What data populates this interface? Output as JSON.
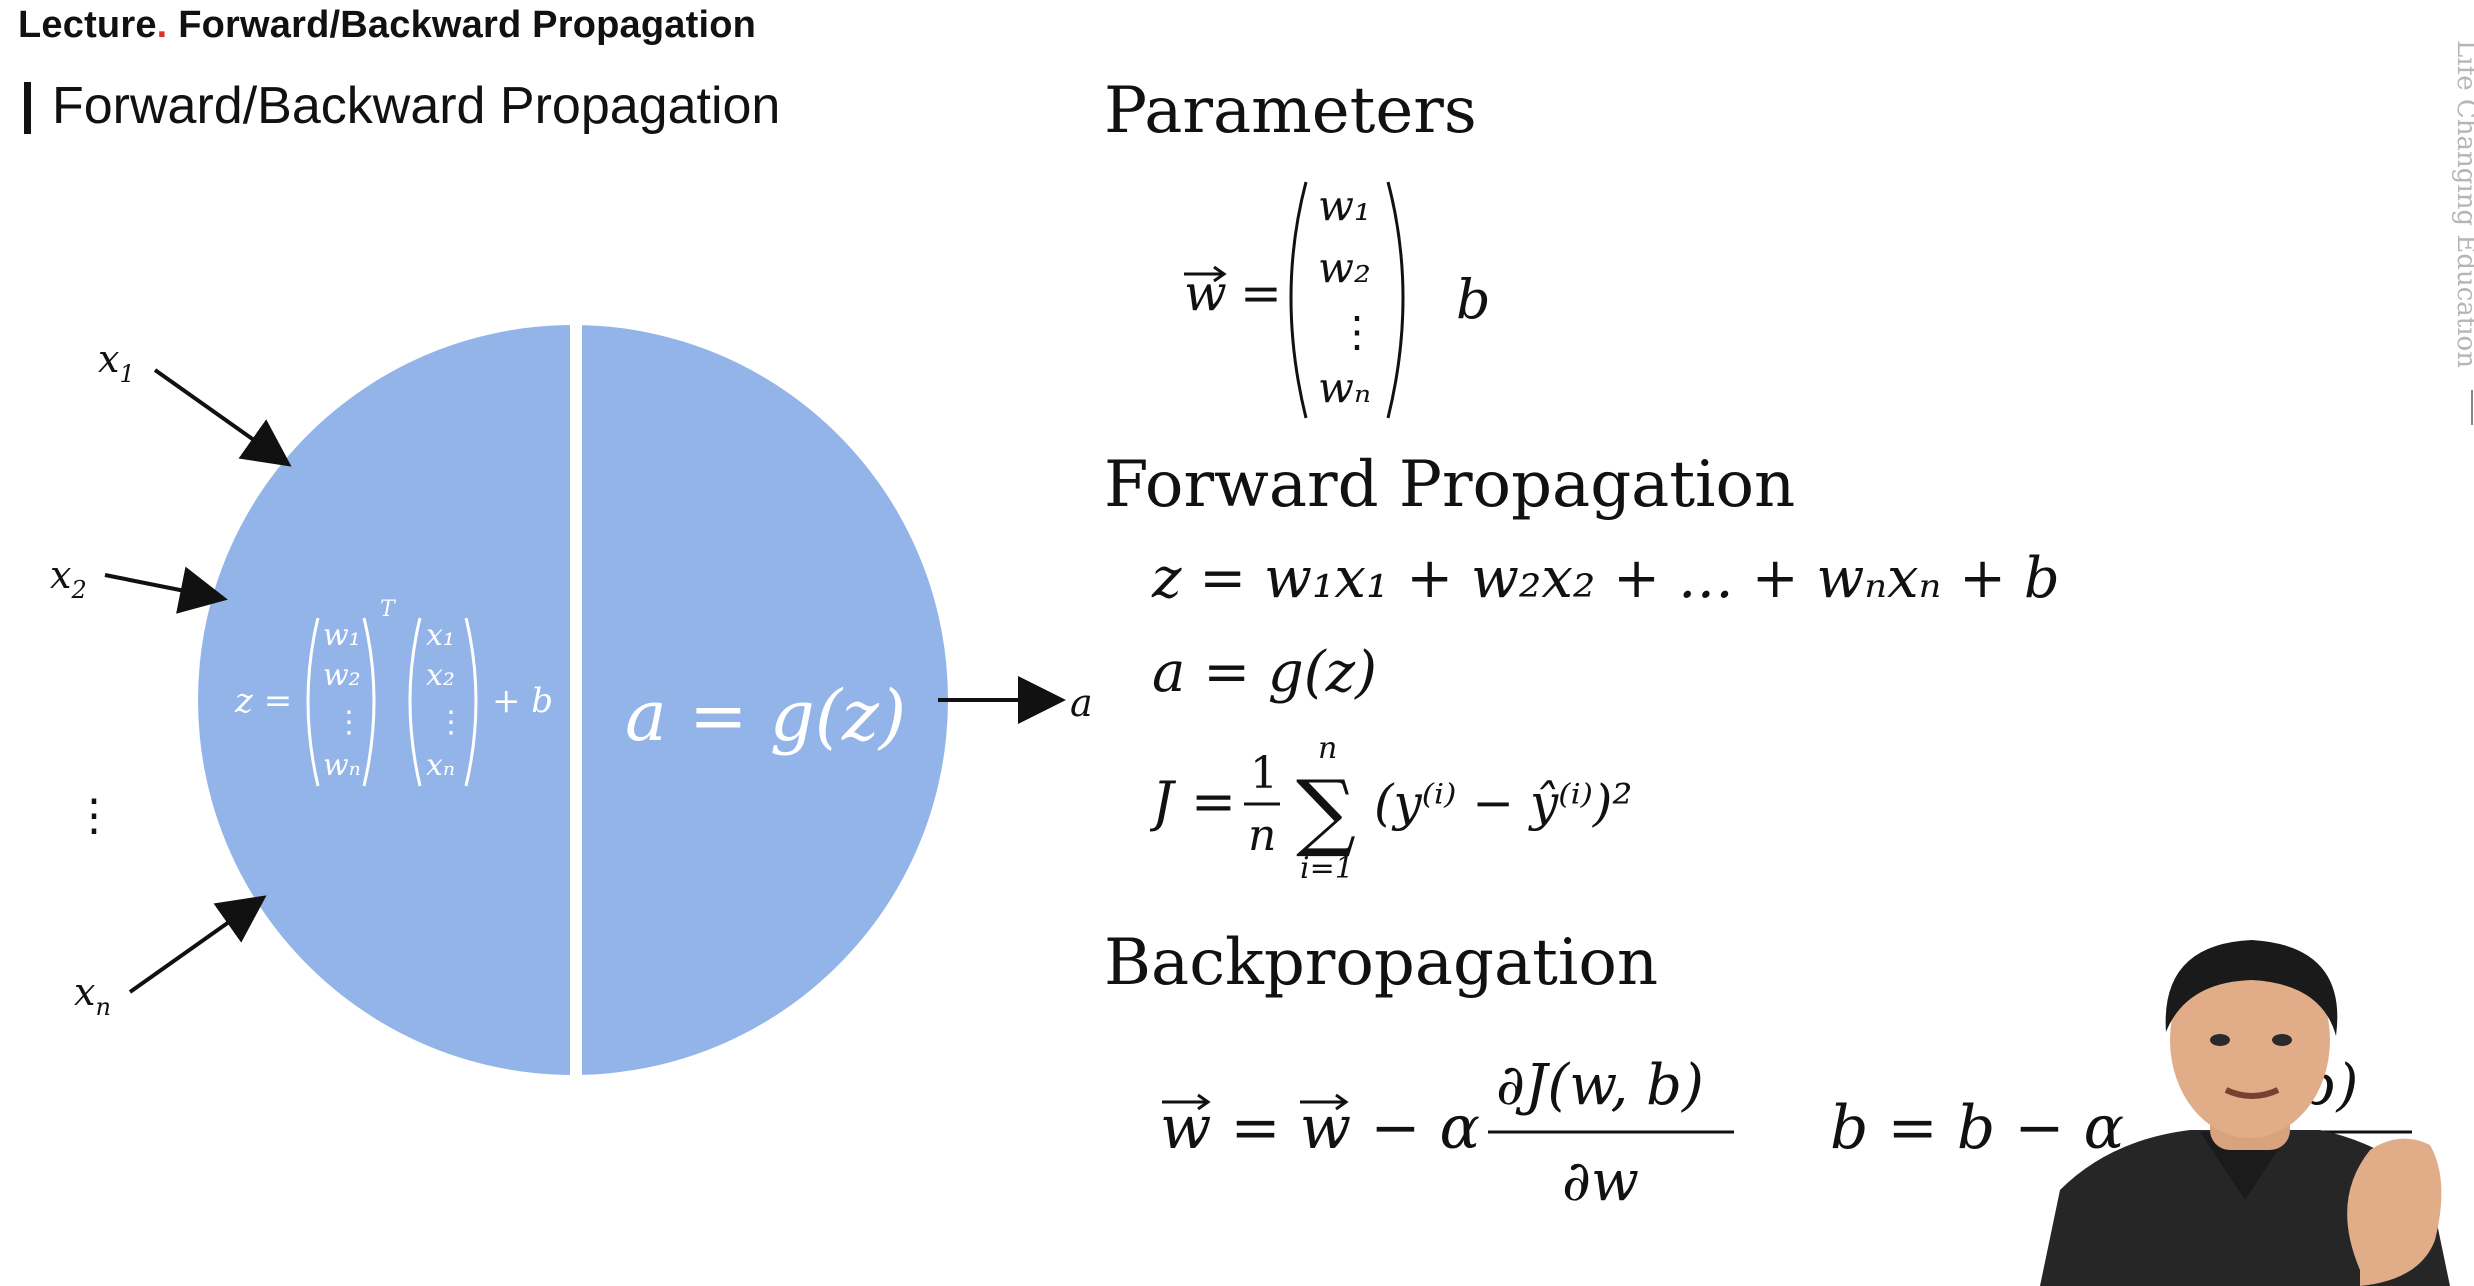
{
  "header": {
    "lecture_prefix": "Lecture",
    "lecture_dot": ".",
    "lecture_title": "Forward/Backward Propagation",
    "section_title": "Forward/Backward Propagation"
  },
  "watermark": {
    "text": "Life Changing Education"
  },
  "diagram": {
    "input_labels": [
      "x",
      "x",
      "⋮",
      "x"
    ],
    "input_subscripts": [
      "1",
      "2",
      "",
      "n"
    ],
    "left_half_formula": {
      "lhs": "z =",
      "w_vector": [
        "w₁",
        "w₂",
        "⋮",
        "wₙ"
      ],
      "transpose": "T",
      "x_vector": [
        "x₁",
        "x₂",
        "⋮",
        "xₙ"
      ],
      "bias": "+ b"
    },
    "right_half_formula": "a = g(z)",
    "output_label": "a",
    "colors": {
      "neuron": "#93b4e8",
      "divider": "#ffffff",
      "arrow": "#111111"
    }
  },
  "parameters": {
    "heading": "Parameters",
    "vector_symbol": "w",
    "equals": "=",
    "vector_entries": [
      "w₁",
      "w₂",
      "⋮",
      "wₙ"
    ],
    "bias": "b"
  },
  "forward": {
    "heading": "Forward Propagation",
    "eq_z": "z = w₁x₁ + w₂x₂ + … + wₙxₙ + b",
    "eq_a": "a = g(z)",
    "eq_j_lhs": "J =",
    "eq_j_frac_num": "1",
    "eq_j_frac_den": "n",
    "eq_j_sum_top": "n",
    "eq_j_sum_sym": "∑",
    "eq_j_sum_bottom": "i=1",
    "eq_j_body": "(y⁽ⁱ⁾ − ŷ⁽ⁱ⁾)²"
  },
  "backprop": {
    "heading": "Backpropagation",
    "eq_w_lhs": "w = w − α",
    "eq_w_num": "∂J(w, b)",
    "eq_w_den": "∂w",
    "eq_b_lhs": "b = b − α",
    "eq_b_num_visible": "v, b)"
  }
}
